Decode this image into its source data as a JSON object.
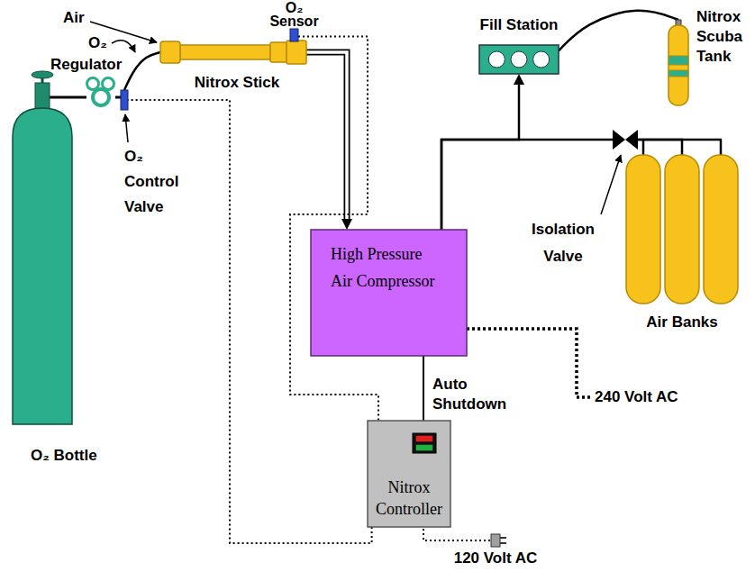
{
  "diagram": {
    "nodes": [
      {
        "text": [
          "Nitrox Stick"
        ]
      },
      {
        "text": [
          "O₂ Sensor"
        ]
      },
      {
        "text": [
          "Regulator"
        ]
      },
      {
        "text": [
          "O₂ Control Valve"
        ]
      },
      {
        "text": [
          "O₂ Bottle"
        ]
      },
      {
        "text": [
          "High Pressure Air Compressor"
        ]
      },
      {
        "text": [
          "Nitrox Controller"
        ]
      },
      {
        "text": [
          "Fill Station"
        ]
      },
      {
        "text": [
          "Nitrox Scuba Tank"
        ]
      },
      {
        "text": [
          "Isolation Valve"
        ]
      },
      {
        "text": [
          "Air Banks"
        ]
      }
    ],
    "edges": [
      {
        "from": 4,
        "to": 2,
        "arrow": "none"
      },
      {
        "from": 2,
        "to": 3,
        "arrow": "none"
      },
      {
        "from": 3,
        "to": 0,
        "arrow": "none"
      },
      {
        "from": 0,
        "to": 5,
        "arrow": "to"
      },
      {
        "from": 1,
        "to": 6,
        "arrow": "none"
      },
      {
        "from": 6,
        "to": 3,
        "arrow": "none"
      },
      {
        "from": 6,
        "to": 5,
        "arrow": "none"
      },
      {
        "from": 5,
        "to": 7,
        "arrow": "to"
      },
      {
        "from": 5,
        "to": 9,
        "arrow": "none"
      },
      {
        "from": 9,
        "to": 10,
        "arrow": "none"
      },
      {
        "from": 7,
        "to": 8,
        "arrow": "none"
      }
    ],
    "labels": [
      "Air",
      "O₂",
      "Auto Shutdown",
      "240 Volt AC",
      "120 Volt AC"
    ]
  }
}
